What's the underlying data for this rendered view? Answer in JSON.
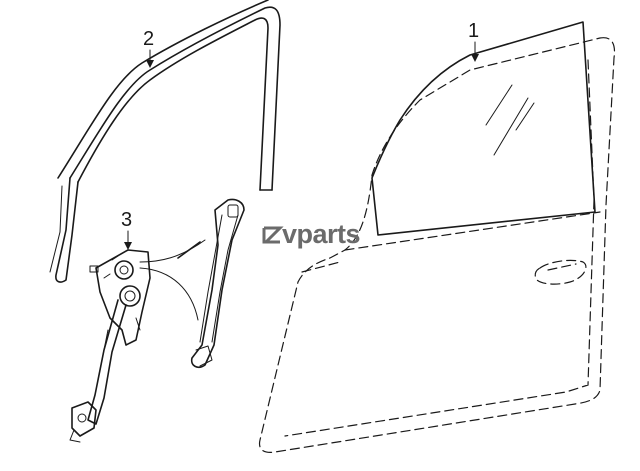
{
  "callouts": [
    {
      "id": "1",
      "label": "1"
    },
    {
      "id": "2",
      "label": "2"
    },
    {
      "id": "3",
      "label": "3"
    }
  ],
  "watermark": {
    "text": "vparts",
    "color": "#6b6b6b"
  },
  "colors": {
    "line": "#1a1a1a",
    "background": "#ffffff"
  }
}
